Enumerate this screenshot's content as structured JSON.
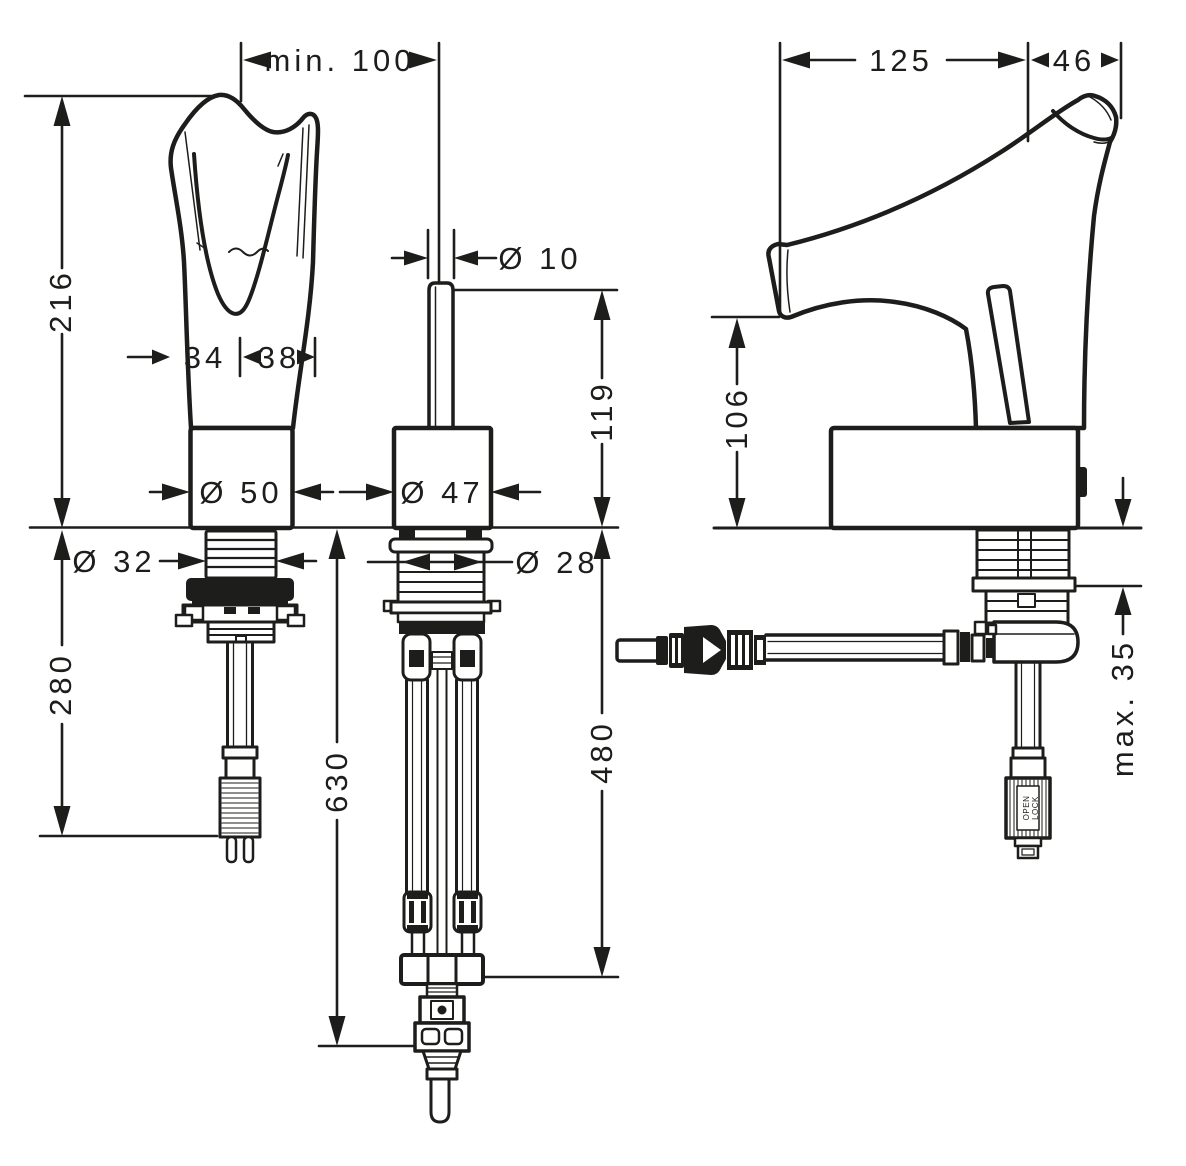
{
  "dims": {
    "min_clearance": "min. 100",
    "height_above_deck": "216",
    "spout_left": "34",
    "spout_right": "38",
    "body_dia_front": "Ø 50",
    "shank_dia_front": "Ø 32",
    "below_deck_front": "280",
    "rod_dia": "Ø 10",
    "rod_height": "119",
    "body_dia_section": "Ø 47",
    "shank_dia_section": "Ø 28",
    "hose_total": "630",
    "hose_supply": "480",
    "spout_reach": "125",
    "tip_offset": "46",
    "outlet_height": "106",
    "deck_max": "max. 35"
  },
  "labels": {
    "valve_open": "OPEN",
    "valve_lock": "LOCK"
  },
  "colors": {
    "ink": "#1d1d1b",
    "background": "#ffffff"
  }
}
